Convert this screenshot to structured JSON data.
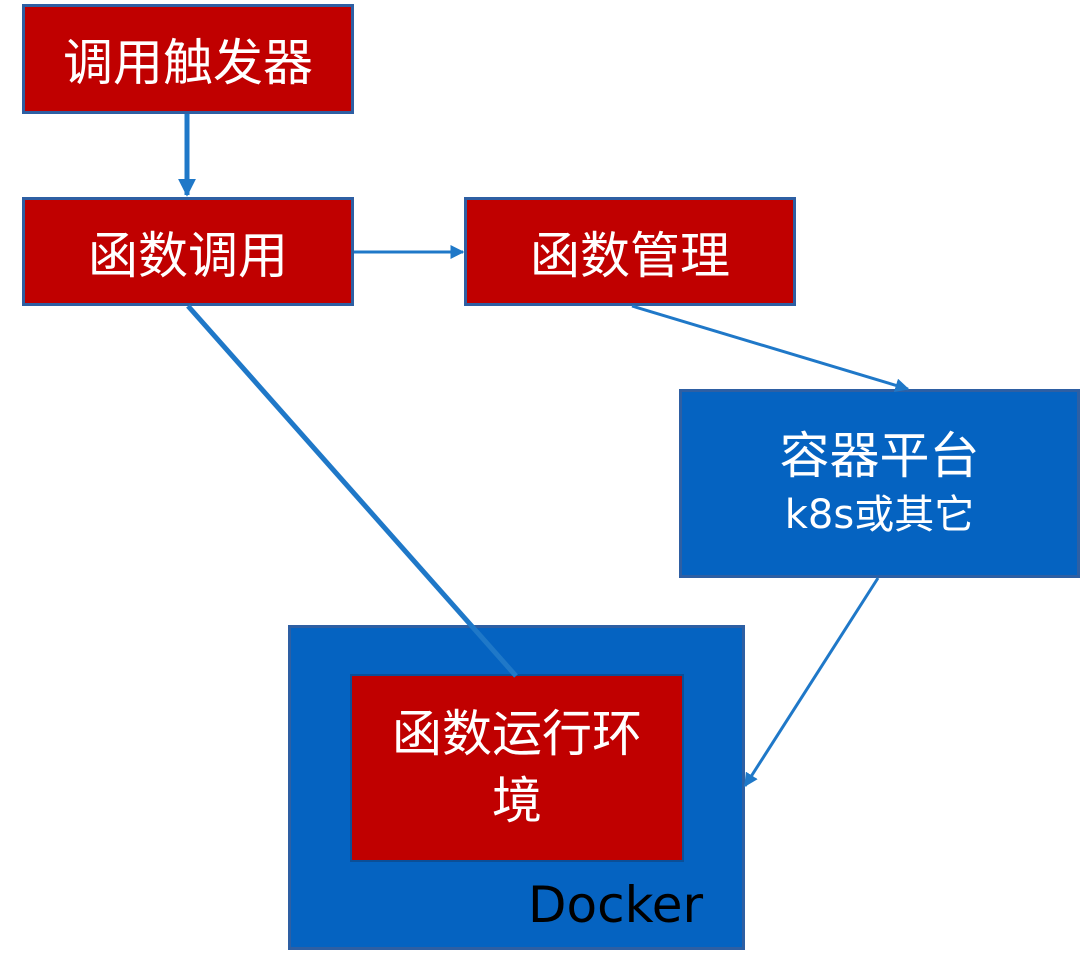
{
  "nodes": {
    "trigger": "调用触发器",
    "invoke": "函数调用",
    "manage": "函数管理",
    "platform_title": "容器平台",
    "platform_sub": "k8s或其它",
    "runtime": "函数运行环境",
    "docker": "Docker"
  },
  "colors": {
    "red_box": "#c00000",
    "blue_box": "#0563c1",
    "arrow": "#1f78c8"
  }
}
